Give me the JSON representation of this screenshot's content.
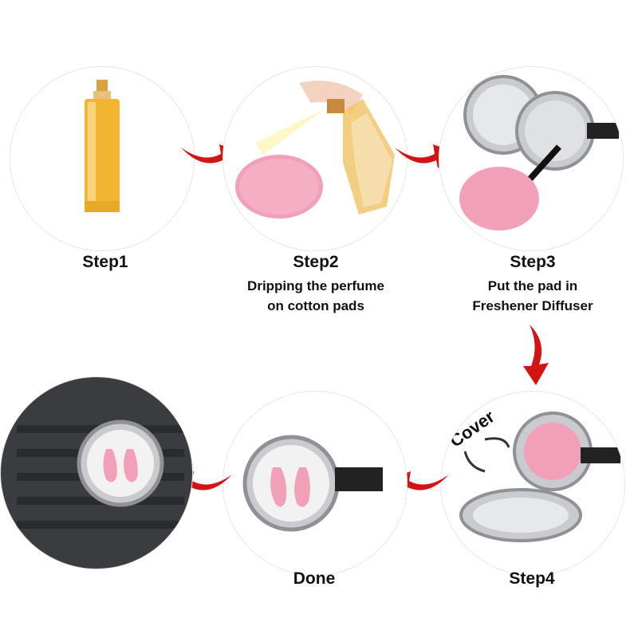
{
  "steps": [
    {
      "label": "Step1",
      "desc": []
    },
    {
      "label": "Step2",
      "desc": [
        "Dripping the perfume",
        "on cotton pads"
      ]
    },
    {
      "label": "Step3",
      "desc": [
        "Put the pad in",
        "Freshener Diffuser"
      ]
    },
    {
      "label": "Step4",
      "desc": []
    },
    {
      "label": "Done",
      "desc": []
    }
  ],
  "cover_label": "Cover",
  "colors": {
    "arrow": "#d31414",
    "pad": "#f2a0b8",
    "metal": "#c9cbcf",
    "perfume": "#f3b431"
  }
}
